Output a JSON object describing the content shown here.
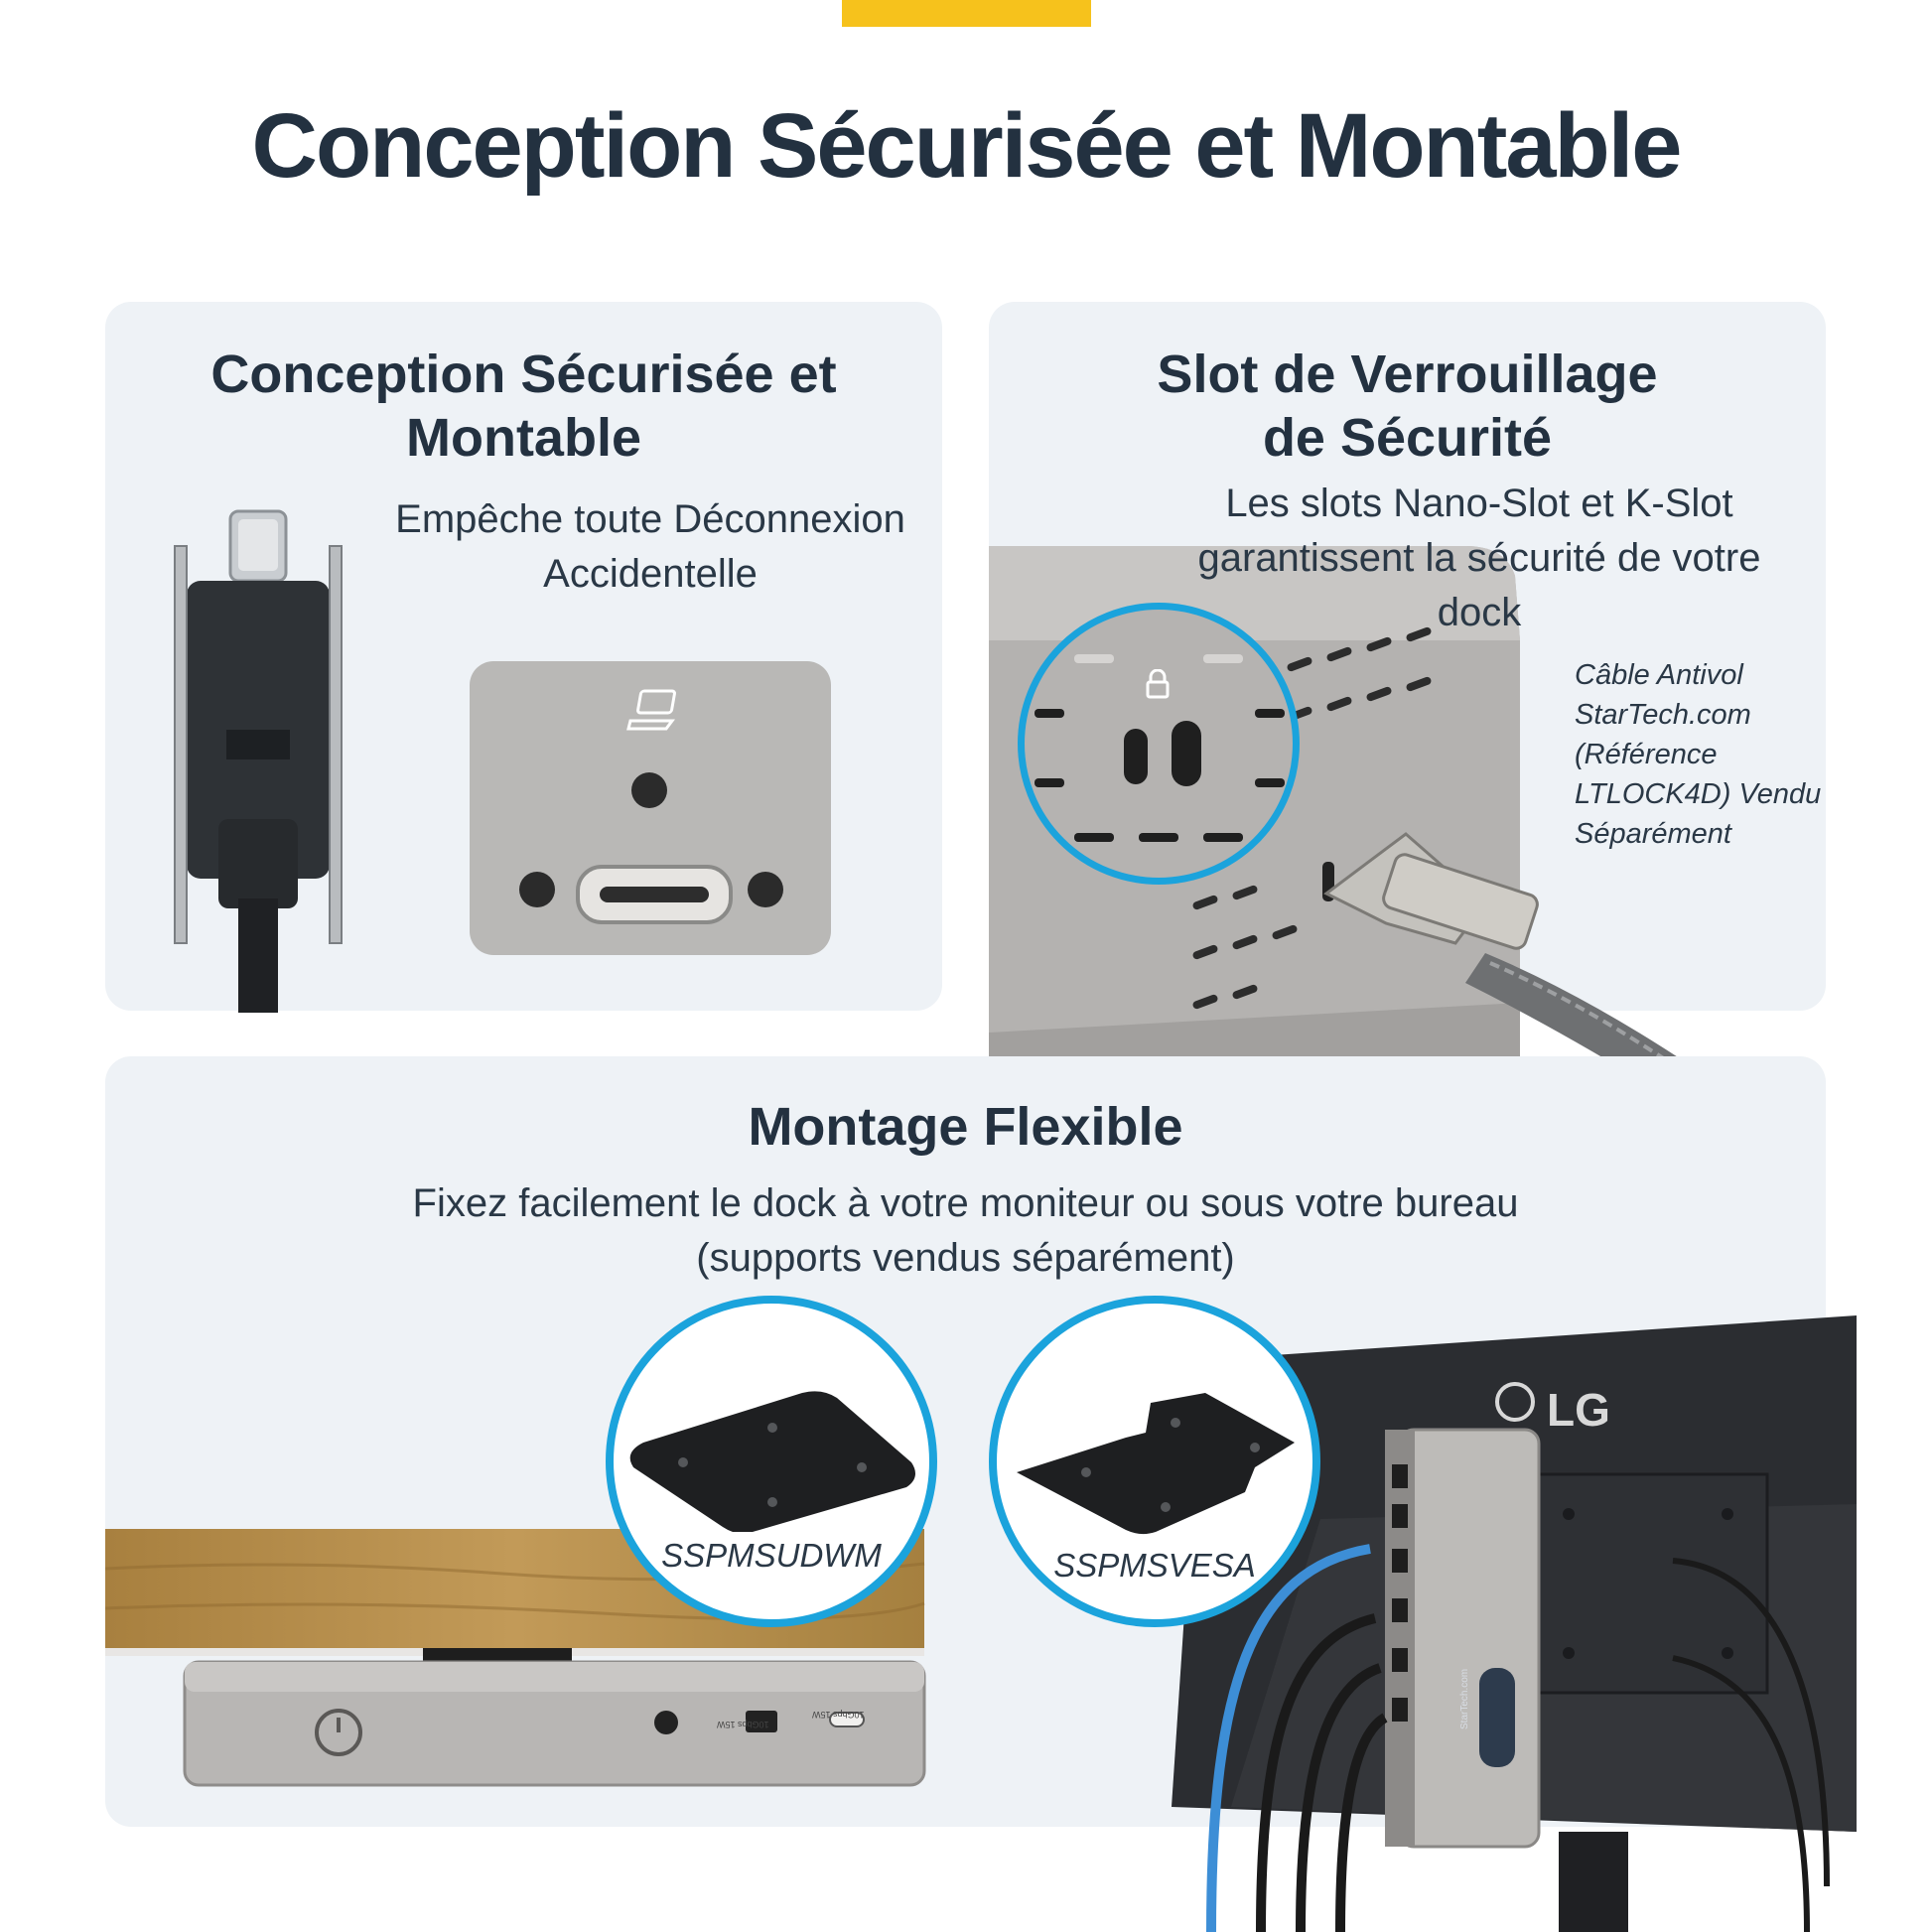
{
  "header": {
    "title": "Conception Sécurisée et Montable",
    "accent_color": "#f6c21c",
    "text_color": "#233140"
  },
  "secure_panel": {
    "title_line1": "Conception Sécurisée et",
    "title_line2": "Montable",
    "desc_line1": "Empêche toute Déconnexion",
    "desc_line2": "Accidentelle",
    "laptop_icon": "laptop-icon"
  },
  "lock_panel": {
    "title_line1": "Slot de Verrouillage",
    "title_line2": "de Sécurité",
    "desc_line1": "Les slots Nano-Slot et K-Slot",
    "desc_line2": "garantissent la sécurité de votre",
    "desc_line3": "dock",
    "caption": [
      "Câble Antivol",
      "StarTech.com",
      "(Référence",
      "LTLOCK4D) Vendu",
      "Séparément"
    ],
    "lock_icon": "padlock-icon",
    "highlight_color": "#1ba3dc"
  },
  "mount_panel": {
    "title": "Montage Flexible",
    "desc_line1": "Fixez facilement le dock à votre moniteur ou sous votre bureau",
    "desc_line2": "(supports vendus séparément)",
    "products": [
      {
        "label": "SSPMSUDWM"
      },
      {
        "label": "SSPMSVESA"
      }
    ],
    "monitor_brand": "LG",
    "dock_brand": "StarTech.com",
    "port_labels": [
      "10Gbps 15W",
      "10Gbps 15W"
    ]
  }
}
